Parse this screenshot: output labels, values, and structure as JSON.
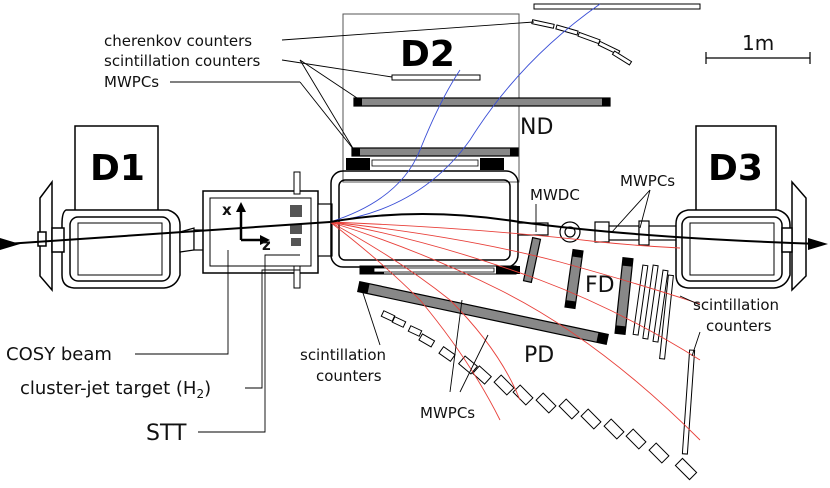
{
  "magnets": {
    "d1": "D1",
    "d2": "D2",
    "d3": "D3"
  },
  "scale": {
    "label": "1m"
  },
  "regions": {
    "nd": "ND",
    "fd": "FD",
    "pd": "PD"
  },
  "axes": {
    "x": "x",
    "z": "z"
  },
  "labels": {
    "cherenkov": "cherenkov counters",
    "scint_top": "scintillation counters",
    "mwpcs_top": "MWPCs",
    "mwdc": "MWDC",
    "mwpcs_right": "MWPCs",
    "scint_right_1": "scintillation",
    "scint_right_2": "counters",
    "scint_mid_1": "scintillation",
    "scint_mid_2": "counters",
    "mwpcs_bottom": "MWPCs",
    "cosy_beam": "COSY beam",
    "target_pre": "cluster-jet target (H",
    "target_sub": "2",
    "target_post": ")",
    "stt": "STT"
  },
  "colors": {
    "track_red": "#e8403a",
    "track_blue": "#3a4ed6",
    "module": "#888888",
    "outline": "#000000"
  }
}
